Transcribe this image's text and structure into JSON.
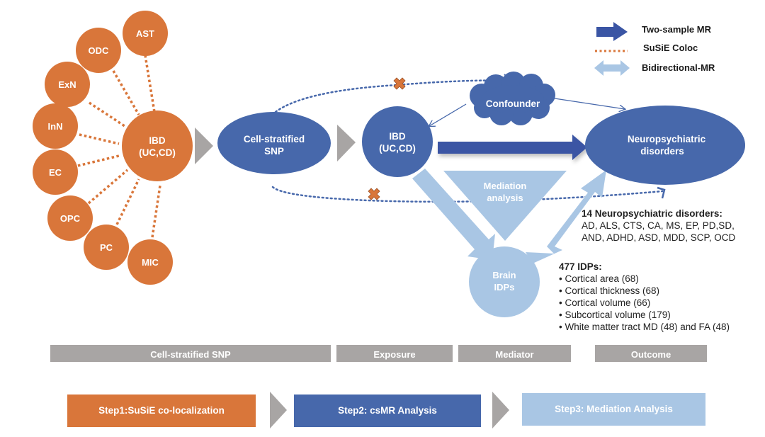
{
  "colors": {
    "orange": "#d9763a",
    "blue": "#4768ab",
    "dark_blue": "#3a55a4",
    "light_blue": "#a9c6e4",
    "gray": "#a8a5a4"
  },
  "legend": [
    {
      "icon": "solid-arrow-icon",
      "label": "Two-sample MR"
    },
    {
      "icon": "dotted-line-icon",
      "label": "SuSiE Coloc"
    },
    {
      "icon": "double-arrow-icon",
      "label": "Bidirectional-MR"
    }
  ],
  "cell_types": [
    "AST",
    "ODC",
    "ExN",
    "InN",
    "EC",
    "OPC",
    "PC",
    "MIC"
  ],
  "nodes": {
    "ibd_hub": [
      "IBD",
      "(UC,CD)"
    ],
    "cell_snp": [
      "Cell-stratified",
      "SNP"
    ],
    "ibd_exposure": [
      "IBD",
      "(UC,CD)"
    ],
    "confounder": "Confounder",
    "neuro": [
      "Neuropsychiatric",
      "disorders"
    ],
    "mediation": [
      "Mediation",
      "analysis"
    ],
    "brain": [
      "Brain",
      "IDPs"
    ]
  },
  "neuro_info": {
    "heading": "14 Neuropsychiatric disorders:",
    "line1": "AD, ALS, CTS, CA, MS, EP, PD,SD,",
    "line2": "AND, ADHD, ASD, MDD, SCP, OCD"
  },
  "idp_info": {
    "heading": "477 IDPs:",
    "items": [
      "• Cortical area (68)",
      "• Cortical thickness (68)",
      "• Cortical volume (66)",
      "• Subcortical volume (179)",
      "• White matter tract MD (48) and FA (48)"
    ]
  },
  "bands": [
    "Cell-stratified SNP",
    "Exposure",
    "Mediator",
    "Outcome"
  ],
  "steps": [
    "Step1:SuSiE  co-localization",
    "Step2: csMR Analysis",
    "Step3: Mediation Analysis"
  ]
}
